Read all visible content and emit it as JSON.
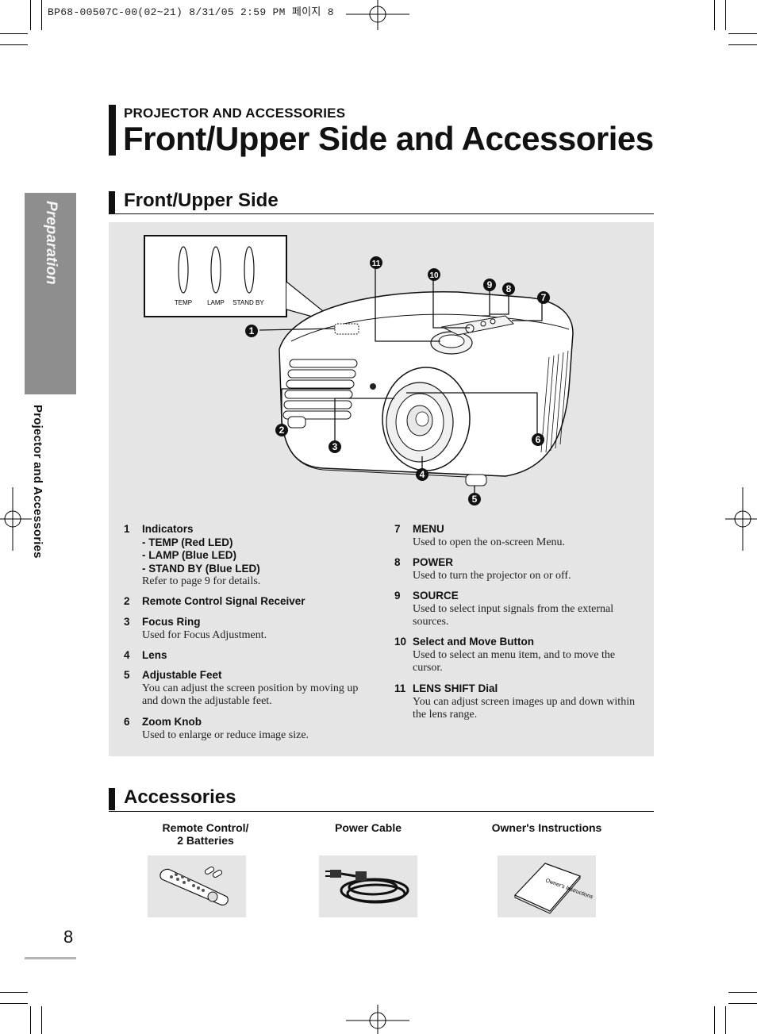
{
  "print_header": "BP68-00507C-00(02~21)  8/31/05  2:59 PM 페이지 8",
  "side_tab": {
    "label": "Preparation",
    "sub_label": "Projector and Accessories"
  },
  "page_number": "8",
  "title": {
    "kicker": "PROJECTOR AND ACCESSORIES",
    "main": "Front/Upper Side and Accessories"
  },
  "front_section": {
    "heading": "Front/Upper Side",
    "indicator_labels": [
      "TEMP",
      "LAMP",
      "STAND BY"
    ],
    "callouts": [
      "1",
      "2",
      "3",
      "4",
      "5",
      "6",
      "7",
      "8",
      "9",
      "10",
      "11"
    ],
    "items_left": [
      {
        "num": "1",
        "name": "Indicators",
        "subs": [
          "- TEMP (Red LED)",
          "- LAMP (Blue LED)",
          "- STAND BY (Blue LED)"
        ],
        "desc": "Refer to page 9 for details."
      },
      {
        "num": "2",
        "name": "Remote Control Signal Receiver",
        "subs": [],
        "desc": ""
      },
      {
        "num": "3",
        "name": "Focus Ring",
        "subs": [],
        "desc": "Used for Focus Adjustment."
      },
      {
        "num": "4",
        "name": "Lens",
        "subs": [],
        "desc": ""
      },
      {
        "num": "5",
        "name": "Adjustable Feet",
        "subs": [],
        "desc": "You can adjust the screen position by moving up and down the adjustable feet."
      },
      {
        "num": "6",
        "name": "Zoom Knob",
        "subs": [],
        "desc": "Used to enlarge or reduce image size."
      }
    ],
    "items_right": [
      {
        "num": "7",
        "name": "MENU",
        "subs": [],
        "desc": "Used to open the on-screen Menu."
      },
      {
        "num": "8",
        "name": "POWER",
        "subs": [],
        "desc": "Used to turn the projector on or off."
      },
      {
        "num": "9",
        "name": "SOURCE",
        "subs": [],
        "desc": "Used to select input signals from the external sources."
      },
      {
        "num": "10",
        "name": "Select and Move Button",
        "subs": [],
        "desc": "Used to select an menu item, and to move the cursor."
      },
      {
        "num": "11",
        "name": "LENS SHIFT Dial",
        "subs": [],
        "desc": "You can adjust screen images up and down within the lens range."
      }
    ]
  },
  "accessories_section": {
    "heading": "Accessories",
    "items": [
      {
        "label_line1": "Remote Control/",
        "label_line2": "2 Batteries",
        "icon": "remote-control-icon"
      },
      {
        "label_line1": "Power Cable",
        "label_line2": "",
        "icon": "power-cable-icon"
      },
      {
        "label_line1": "Owner's Instructions",
        "label_line2": "",
        "icon": "manual-booklet-icon"
      }
    ],
    "booklet_cover_text": "Owner's Instructions"
  }
}
